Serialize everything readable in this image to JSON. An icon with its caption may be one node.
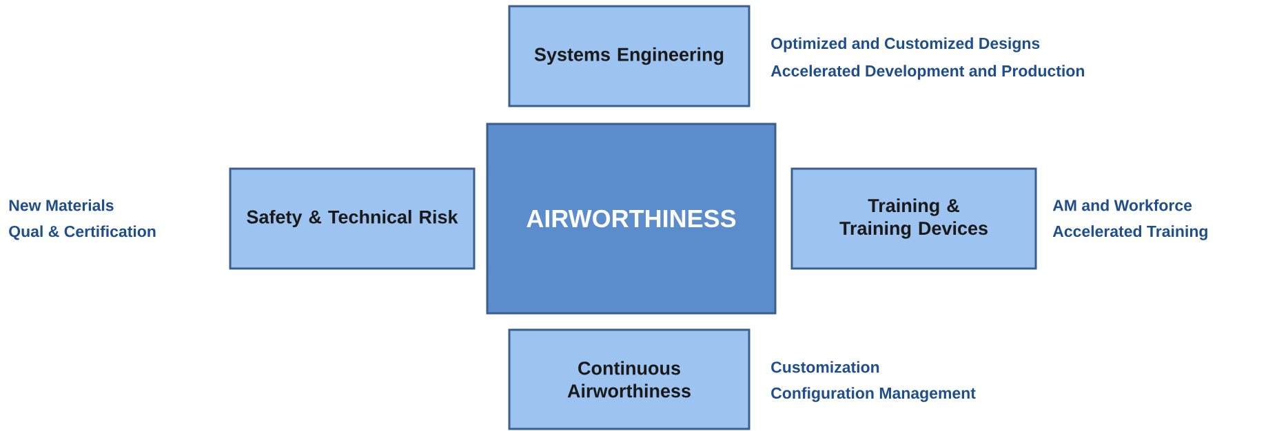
{
  "diagram": {
    "nodes": [
      {
        "text": [
          "Systems Engineering"
        ],
        "beside": [
          "Optimized and Customized Designs",
          "Accelerated Development and Production"
        ]
      },
      {
        "text": [
          "Safety & Technical Risk"
        ],
        "beside": [
          "New Materials",
          "Qual & Certification"
        ]
      },
      {
        "text": [
          "AIRWORTHINESS"
        ]
      },
      {
        "text": [
          "Training & Training Devices"
        ],
        "beside": [
          "AM and Workforce",
          "Accelerated Training"
        ]
      },
      {
        "text": [
          "Continuous Airworthiness"
        ],
        "beside": [
          "Customization",
          "Configuration Management"
        ]
      }
    ]
  }
}
